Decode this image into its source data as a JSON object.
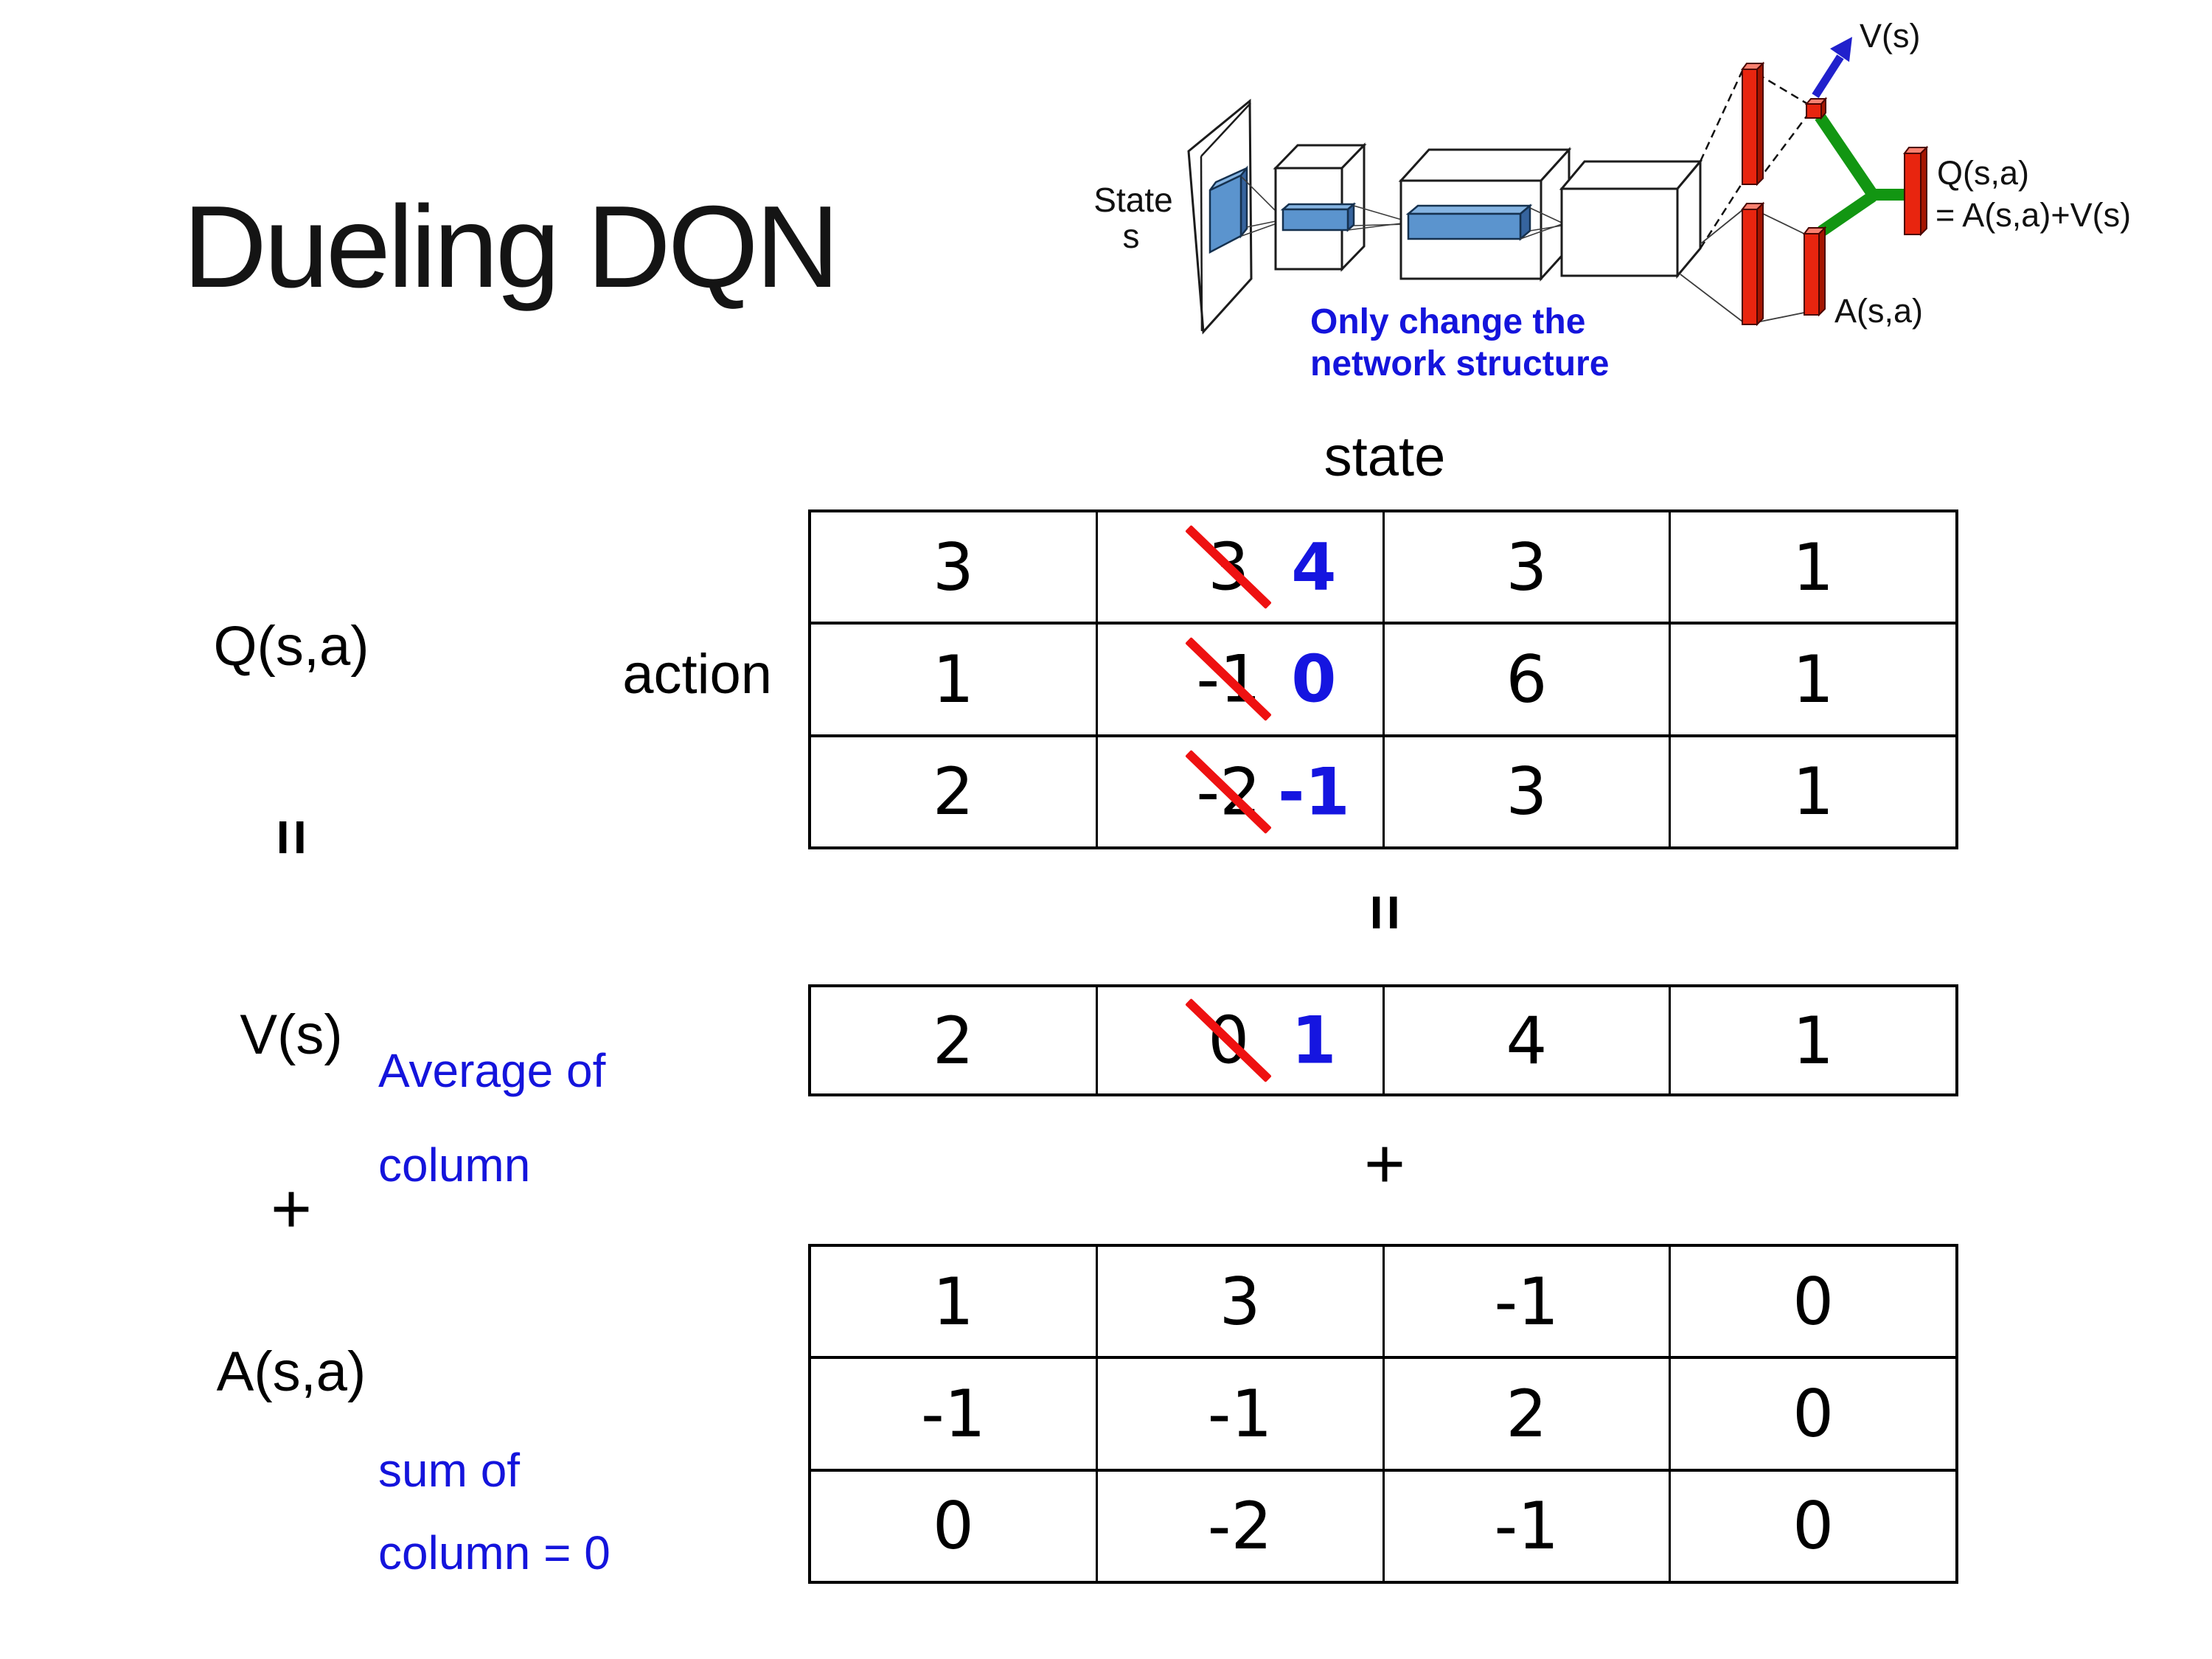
{
  "slide": {
    "title": "Dueling DQN"
  },
  "diagram": {
    "input_label_line1": "State",
    "input_label_line2": "s",
    "note_line1": "Only change the",
    "note_line2": "network structure",
    "v_out_label": "V(s)",
    "a_out_label": "A(s,a)",
    "q_out_label_line1": "Q(s,a)",
    "q_out_label_line2": "= A(s,a)+V(s)"
  },
  "equation": {
    "q_label": "Q(s,a)",
    "equals_left": "=",
    "v_label": "V(s)",
    "plus_left": "+",
    "a_label": "A(s,a)",
    "action_label": "action",
    "state_label": "state",
    "equals_mid": "=",
    "plus_mid": "+",
    "avg_note_line1": "Average of",
    "avg_note_line2": "column",
    "sum_note_line1": "sum of",
    "sum_note_line2": "column = 0"
  },
  "q_table": {
    "rows": [
      [
        {
          "v": "3"
        },
        {
          "old": "3",
          "new": "4"
        },
        {
          "v": "3"
        },
        {
          "v": "1"
        }
      ],
      [
        {
          "v": "1"
        },
        {
          "old": "-1",
          "new": "0"
        },
        {
          "v": "6"
        },
        {
          "v": "1"
        }
      ],
      [
        {
          "v": "2"
        },
        {
          "old": "-2",
          "new": "-1"
        },
        {
          "v": "3"
        },
        {
          "v": "1"
        }
      ]
    ]
  },
  "v_table": {
    "rows": [
      [
        {
          "v": "2"
        },
        {
          "old": "0",
          "new": "1"
        },
        {
          "v": "4"
        },
        {
          "v": "1"
        }
      ]
    ]
  },
  "a_table": {
    "rows": [
      [
        {
          "v": "1"
        },
        {
          "v": "3"
        },
        {
          "v": "-1"
        },
        {
          "v": "0"
        }
      ],
      [
        {
          "v": "-1"
        },
        {
          "v": "-1"
        },
        {
          "v": "2"
        },
        {
          "v": "0"
        }
      ],
      [
        {
          "v": "0"
        },
        {
          "v": "-2"
        },
        {
          "v": "-1"
        },
        {
          "v": "0"
        }
      ]
    ]
  },
  "colors": {
    "strike_red": "#ee1111",
    "corrected_blue": "#1515e0",
    "note_blue": "#1414dc",
    "node_red": "#e8250f",
    "node_red_top": "#fb8070",
    "node_red_side": "#a51501",
    "merge_green": "#129612",
    "arrow_blue": "#2121cc",
    "conv_blue": "#5b94ce",
    "conv_blue_top": "#85b4e2",
    "conv_blue_side": "#36649e"
  }
}
